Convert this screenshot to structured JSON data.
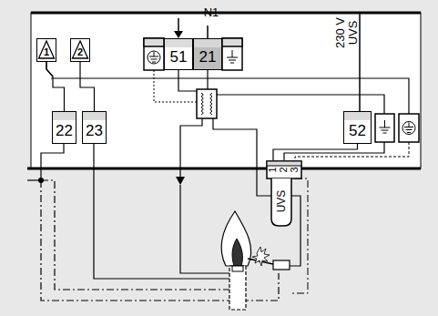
{
  "diagram": {
    "nodes": [
      {
        "text": [
          "1"
        ]
      },
      {
        "text": [
          "2"
        ]
      },
      {
        "text": [
          "51"
        ]
      },
      {
        "text": [
          "21"
        ]
      },
      {
        "text": [
          "22"
        ]
      },
      {
        "text": [
          "23"
        ]
      },
      {
        "text": [
          "52"
        ]
      },
      {
        "text": [
          "1",
          "2",
          "3",
          "UVS"
        ]
      }
    ],
    "edges": [
      {
        "from": 0,
        "to": 4,
        "arrow": "none"
      },
      {
        "from": 1,
        "to": 5,
        "arrow": "none"
      },
      {
        "from": 6,
        "to": 7,
        "arrow": "none"
      }
    ],
    "labels": [
      "N1",
      "230 V",
      "UVS"
    ]
  }
}
